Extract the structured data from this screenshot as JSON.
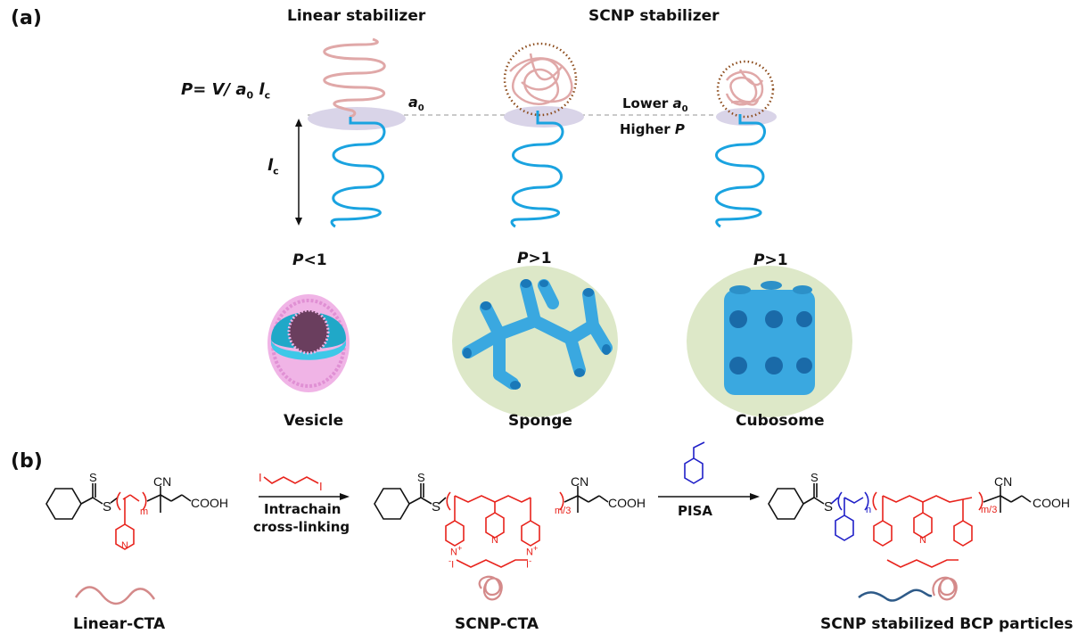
{
  "panel_a": {
    "label": "(a)",
    "equation": {
      "P": "P",
      "eq": "= V/ a",
      "sub0": "0",
      "l": "l",
      "subc": "c"
    },
    "titles": {
      "linear": "Linear stabilizer",
      "scnp": "SCNP stabilizer"
    },
    "a0_label": {
      "a": "a",
      "sub": "0"
    },
    "lc_label": {
      "l": "l",
      "sub": "c"
    },
    "lower_a0": {
      "text": "Lower ",
      "a": "a",
      "sub": "0"
    },
    "higher_p": {
      "text": "Higher ",
      "p": "P"
    },
    "conditions": [
      {
        "p": "P",
        "op": "<1"
      },
      {
        "p": "P",
        "op": ">1"
      },
      {
        "p": "P",
        "op": ">1"
      }
    ],
    "morphologies": [
      "Vesicle",
      "Sponge",
      "Cubosome"
    ],
    "colors": {
      "hydrophilic": "#e0a8a8",
      "hydrophobic": "#1aa3e0",
      "interface": "#d9d4e8",
      "dotted": "#8b4a1a",
      "bg_circle": "#dde8c8",
      "lipid": "#f0b4e6"
    }
  },
  "panel_b": {
    "label": "(b)",
    "linear_cta": {
      "S_top": "S",
      "S": "S",
      "m": "m",
      "CN": "CN",
      "COOH": "COOH",
      "N": "N",
      "caption": "Linear-CTA"
    },
    "step1": {
      "reagent_I1": "I",
      "reagent_I2": "I",
      "line1": "Intrachain",
      "line2": "cross-linking"
    },
    "scnp_cta": {
      "S_top": "S",
      "S": "S",
      "m3": "m/3",
      "CN": "CN",
      "COOH": "COOH",
      "N_plus": "N",
      "plus": "+",
      "N": "N",
      "I_minus": "I",
      "minus": "-",
      "caption": "SCNP-CTA"
    },
    "step2": {
      "label": "PISA"
    },
    "bcp": {
      "S_top": "S",
      "S": "S",
      "n": "n",
      "m3": "m/3",
      "CN": "CN",
      "COOH": "COOH",
      "N": "N",
      "caption": "SCNP stabilized BCP particles"
    },
    "colors": {
      "red": "#e8231c",
      "blue": "#2020c8",
      "black": "#111111"
    }
  }
}
